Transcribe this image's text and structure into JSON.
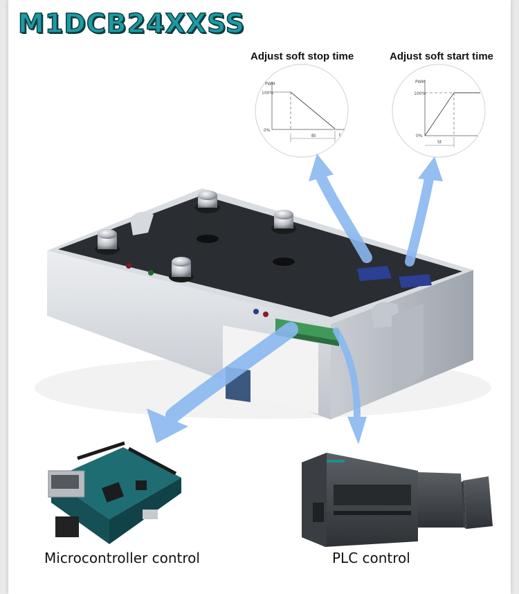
{
  "title": "M1DCB24XXSS",
  "soft_stop": {
    "caption": "Adjust soft stop time",
    "pwm_label": "PWM",
    "top_label": "100%",
    "bottom_label": "0%",
    "time_label": "Bt",
    "axis_t": "t"
  },
  "soft_start": {
    "caption": "Adjust soft start time",
    "pwm_label": "PWM",
    "top_label": "100%",
    "bottom_label": "0%",
    "time_label": "St"
  },
  "controls": {
    "microcontroller": "Microcontroller control",
    "plc": "PLC control"
  },
  "colors": {
    "title": "#1f9aa3",
    "arrow": "#8ab8f0",
    "module_body": "#d6d9de",
    "module_top": "#2a2d31"
  },
  "icons": {
    "module": "dc-motor-controller-module",
    "board": "microcontroller-board",
    "plc": "plc-unit"
  }
}
